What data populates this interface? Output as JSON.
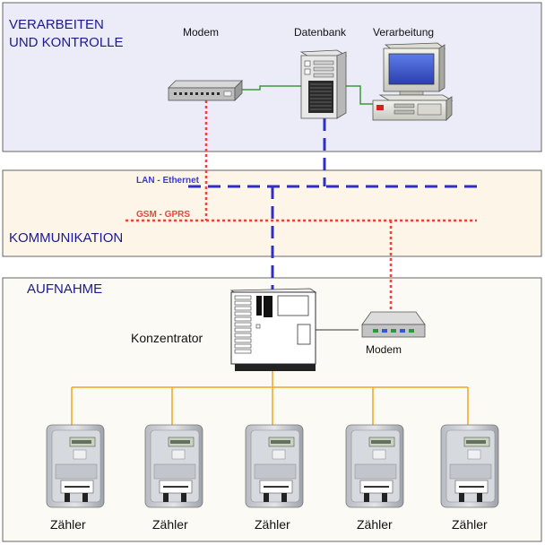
{
  "zones": {
    "processing": {
      "line1": "VERARBEITEN",
      "line2": "UND KONTROLLE"
    },
    "communication": {
      "label": "KOMMUNIKATION"
    },
    "acquisition": {
      "label": "AUFNAHME"
    }
  },
  "devices": {
    "modem_top": "Modem",
    "database": "Datenbank",
    "processing": "Verarbeitung",
    "concentrator": "Konzentrator",
    "modem_bottom": "Modem"
  },
  "networks": {
    "lan": "LAN - Ethernet",
    "gsm": "GSM - GPRS"
  },
  "meters": [
    "Zähler",
    "Zähler",
    "Zähler",
    "Zähler",
    "Zähler"
  ],
  "colors": {
    "processing_zone": "#ececf8",
    "communication_zone": "#fdf5e8",
    "acquisition_zone": "#fcfaf4",
    "lan_line": "#2f2fc8",
    "gsm_line": "#e8453c",
    "meter_bus": "#f0a81c",
    "cable": "#3a9a3a",
    "zone_text": "#1a1a8c"
  },
  "icons": {
    "modem": "modem-icon",
    "database": "server-tower-icon",
    "processing": "desktop-computer-icon",
    "concentrator": "concentrator-icon",
    "meter": "electricity-meter-icon"
  }
}
